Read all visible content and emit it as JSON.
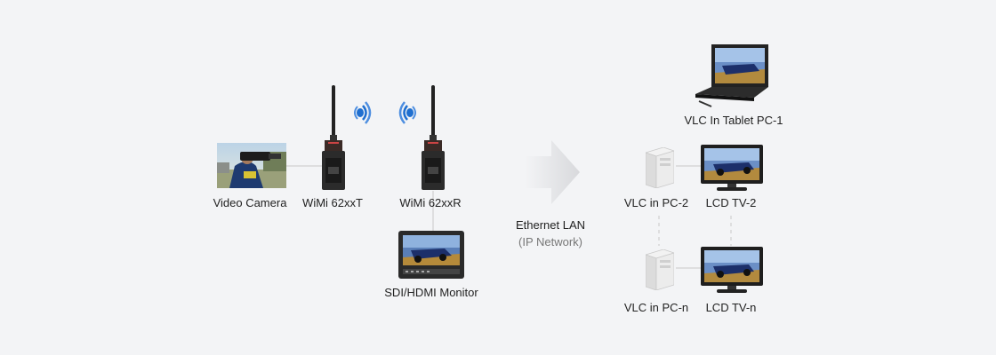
{
  "labels": {
    "video_camera": "Video Camera",
    "transmitter": "WiMi 62xxT",
    "receiver": "WiMi 62xxR",
    "monitor": "SDI/HDMI Monitor",
    "network": "Ethernet LAN",
    "network_sub": "(IP Network)",
    "tablet": "VLC In Tablet PC-1",
    "pc2": "VLC in PC-2",
    "tv2": "LCD TV-2",
    "pcn": "VLC in PC-n",
    "tvn": "LCD TV-n"
  },
  "colors": {
    "background": "#f3f4f6",
    "wifi_blue": "#1f6fd0",
    "connector_line": "#c8c8c8",
    "arrow": "#dcdde0"
  }
}
